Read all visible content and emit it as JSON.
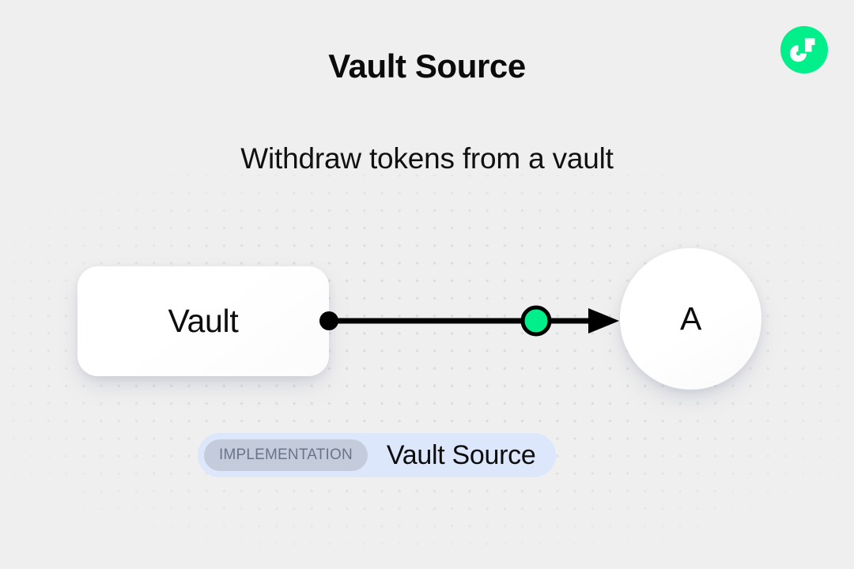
{
  "header": {
    "title": "Vault Source",
    "subtitle": "Withdraw tokens from a vault",
    "logo_icon": "flow-logo-icon",
    "logo_color": "#00ef8b"
  },
  "diagram": {
    "type": "flow-graph",
    "nodes": [
      {
        "id": "vault",
        "label": "Vault",
        "shape": "rounded-rect"
      },
      {
        "id": "a",
        "label": "A",
        "shape": "circle"
      }
    ],
    "edges": [
      {
        "from": "vault",
        "to": "a",
        "source_handle_color": "#000000",
        "marker_color": "#00ef8b",
        "line_color": "#000000",
        "arrow": "arrowhead-right"
      }
    ]
  },
  "badge": {
    "tag_label": "IMPLEMENTATION",
    "name": "Vault Source",
    "container_color": "#dce7fb",
    "tag_color": "#c4ccdc",
    "tag_text_color": "#6a7489"
  },
  "background": {
    "color": "#efefef",
    "dot_color": "#dcdcdc"
  }
}
